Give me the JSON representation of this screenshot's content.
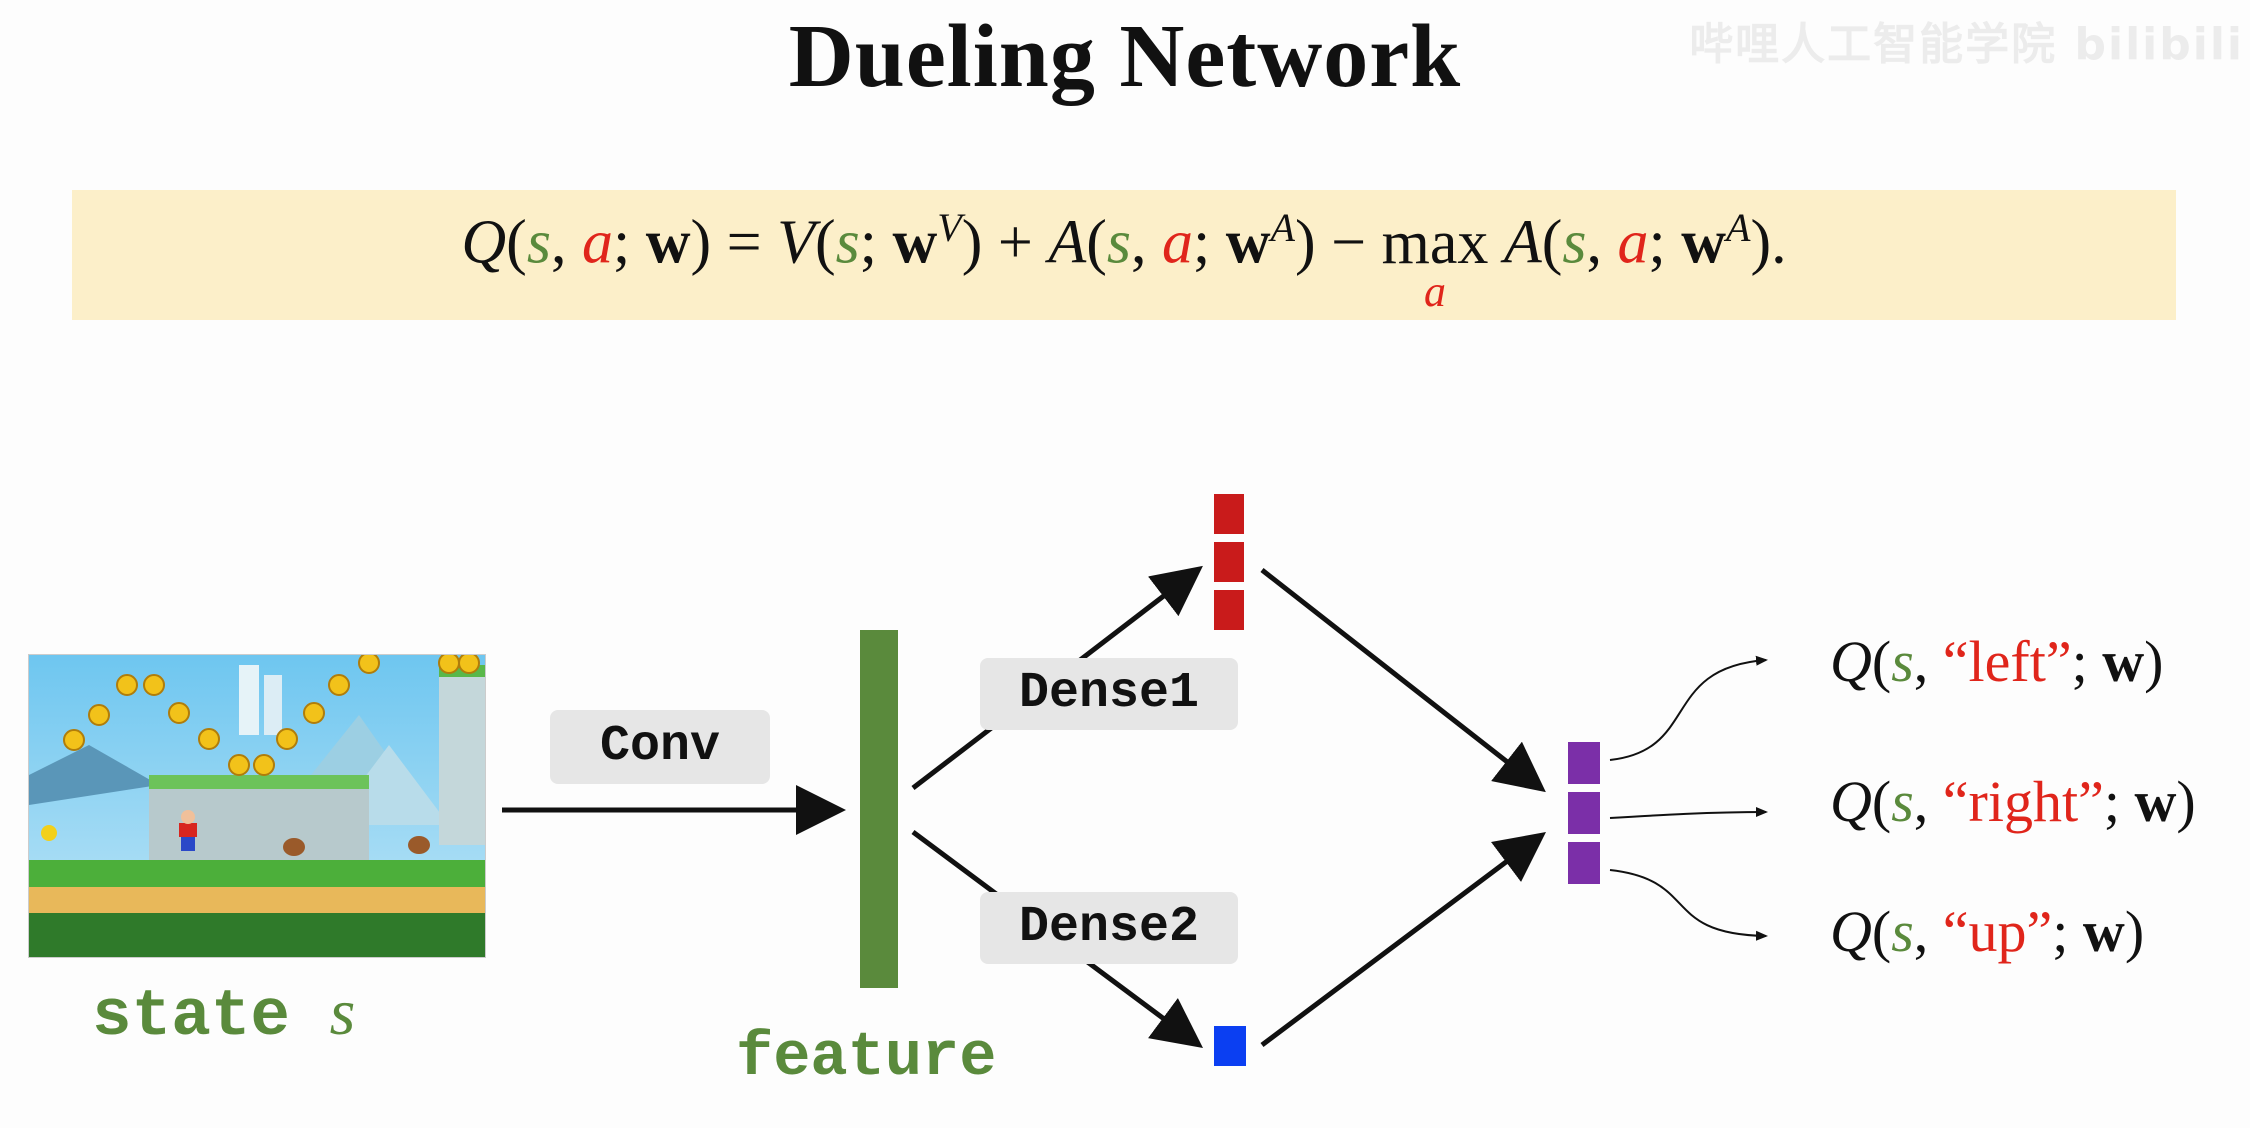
{
  "title": "Dueling Network",
  "watermark": "哔哩人工智能学院 bilibili",
  "formula": {
    "q": "Q",
    "s": "s",
    "a": "a",
    "w": "w",
    "v": "V",
    "vsup": "V",
    "adv": "A",
    "asup": "A",
    "max": "max",
    "max_sub": "a"
  },
  "labels": {
    "conv": "Conv",
    "dense1": "Dense1",
    "dense2": "Dense2",
    "state": "state",
    "state_var": "s",
    "feature": "feature"
  },
  "outputs": [
    {
      "q": "Q",
      "s": "s",
      "action": "“left”",
      "w": "w"
    },
    {
      "q": "Q",
      "s": "s",
      "action": "“right”",
      "w": "w"
    },
    {
      "q": "Q",
      "s": "s",
      "action": "“up”",
      "w": "w"
    }
  ],
  "colors": {
    "state_green": "#5a8a3c",
    "action_red": "#e0251b",
    "value_red": "#c91b1b",
    "advantage_blue": "#0b3ff2",
    "output_purple": "#7b2fa8",
    "formula_bg": "#fcefc9"
  }
}
